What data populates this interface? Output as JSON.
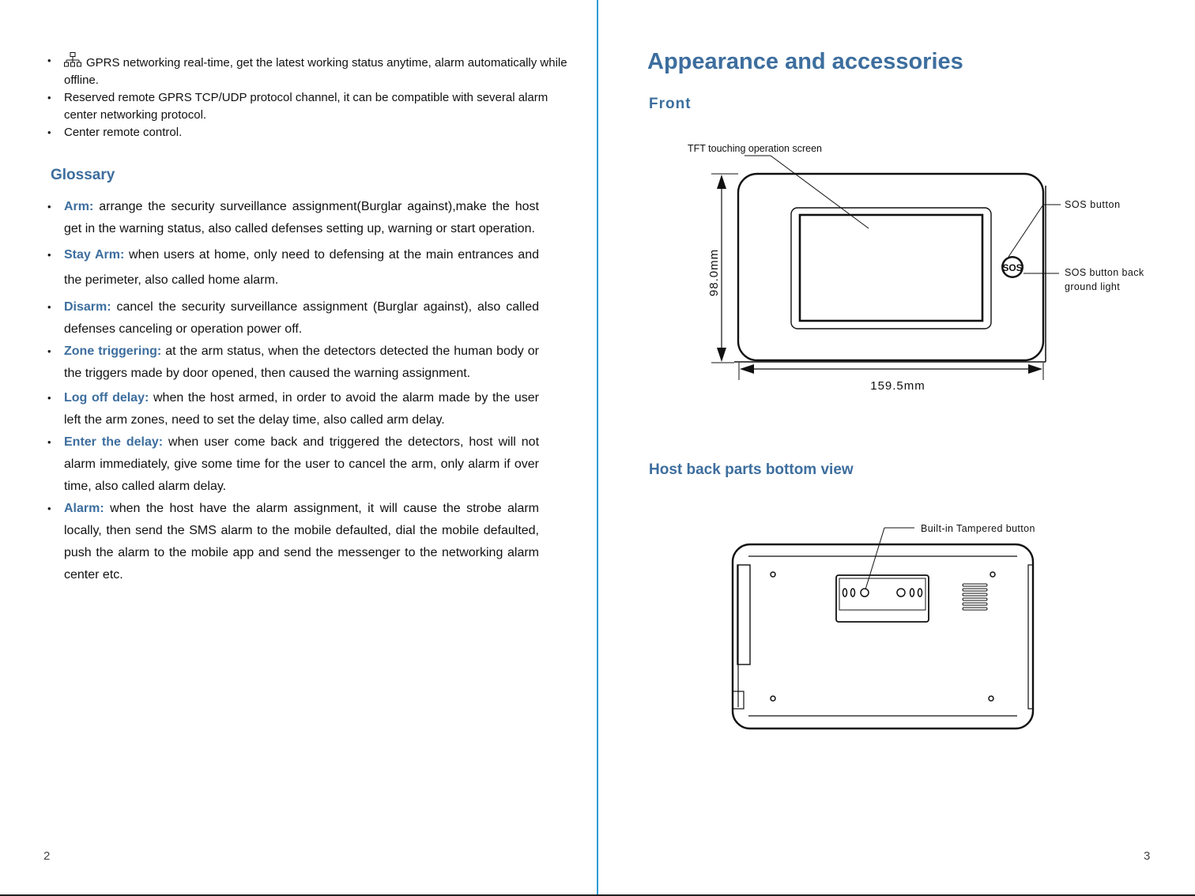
{
  "left_page": {
    "top_bullets": [
      "GPRS networking real-time, get the latest working status anytime, alarm automatically while offline.",
      "Reserved remote GPRS TCP/UDP protocol channel, it can be compatible with several alarm center networking protocol.",
      "Center remote control."
    ],
    "glossary_title": "Glossary",
    "glossary": [
      {
        "term": "Arm:",
        "text": "arrange the security surveillance assignment(Burglar against),make the host get in the warning status, also called defenses setting up, warning or start operation."
      },
      {
        "term": "Stay Arm:",
        "text": "when users at home, only need to defensing at the main entrances and the perimeter, also called home alarm."
      },
      {
        "term": "Disarm:",
        "text": "cancel the security surveillance assignment (Burglar against), also called defenses canceling or operation power off."
      },
      {
        "term": "Zone triggering:",
        "text": "at the arm status, when the detectors detected the human body or the triggers made by door opened, then caused the warning assignment."
      },
      {
        "term": "Log off delay:",
        "text": "when the host armed, in order to avoid the alarm made by the user left the arm zones, need to set the delay time, also called arm delay."
      },
      {
        "term": "Enter the delay:",
        "text": "when user come back and triggered the detectors, host will not alarm immediately, give some time for the user to cancel the arm, only alarm if over time, also called alarm delay."
      },
      {
        "term": "Alarm:",
        "text": "when the host have the alarm assignment, it will cause the strobe alarm locally, then send the SMS alarm to the mobile defaulted, dial the mobile defaulted, push the alarm to the mobile app and send the messenger to the networking alarm center etc."
      }
    ],
    "page_number": "2"
  },
  "right_page": {
    "title": "Appearance and accessories",
    "front": {
      "title": "Front",
      "labels": {
        "screen": "TFT touching operation screen",
        "sos_button": "SOS button",
        "sos_light_line1": "SOS button back",
        "sos_light_line2": "ground light",
        "sos_glyph": "SOS",
        "height": "98.0mm",
        "width": "159.5mm"
      }
    },
    "bottom_view": {
      "title": "Host back parts bottom view",
      "labels": {
        "tamper": "Built-in Tampered button"
      }
    },
    "page_number": "3"
  },
  "colors": {
    "heading": "#3d6e9e",
    "divider": "#2f9bd6",
    "text": "#111111"
  },
  "icons": {
    "gprs": "network-icon"
  }
}
